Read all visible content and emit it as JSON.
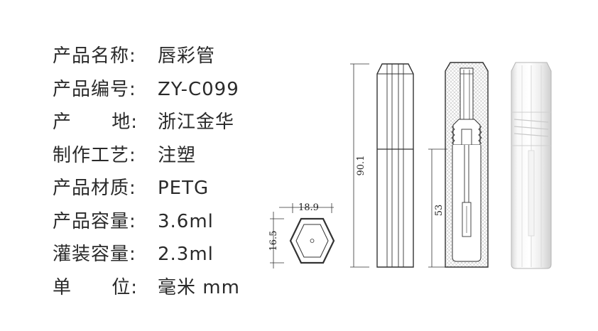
{
  "specs": [
    {
      "label": "产品名称:",
      "value": "唇彩管"
    },
    {
      "label": "产品编号:",
      "value": "ZY-C099"
    },
    {
      "label_chars": [
        "产",
        "地:"
      ],
      "value": "浙江金华"
    },
    {
      "label": "制作工艺:",
      "value": "注塑"
    },
    {
      "label": "产品材质:",
      "value": "PETG"
    },
    {
      "label": "产品容量:",
      "value": "3.6ml"
    },
    {
      "label": "灌装容量:",
      "value": "2.3ml"
    },
    {
      "label_chars": [
        "单",
        "位:"
      ],
      "value": "毫米 mm"
    }
  ],
  "dimensions": {
    "width": "18.9",
    "depth": "16.5",
    "height": "90.1",
    "bottle_height": "53"
  },
  "colors": {
    "line": "#333333",
    "hatch": "#bdbdbd"
  }
}
